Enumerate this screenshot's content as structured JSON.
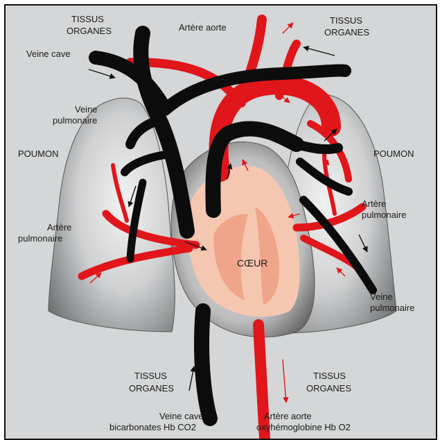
{
  "labels": {
    "tissus_tl": "TISSUS",
    "organes_tl": "ORGANES",
    "artere_aorte_top": "Artère aorte",
    "tissus_tr": "TISSUS",
    "organes_tr": "ORGANES",
    "veine_cave_top": "Veine cave",
    "veine_pulm_left_1": "Veine",
    "veine_pulm_left_2": "pulmonaire",
    "poumon_left": "POUMON",
    "poumon_right": "POUMON",
    "artere_pulm_left_1": "Artère",
    "artere_pulm_left_2": "pulmonaire",
    "artere_pulm_right_1": "Artère",
    "artere_pulm_right_2": "pulmonaire",
    "coeur": "CŒUR",
    "veine_pulm_right_1": "Veine",
    "veine_pulm_right_2": "pulmonaire",
    "tissus_bl": "TISSUS",
    "organes_bl": "ORGANES",
    "tissus_br": "TISSUS",
    "organes_br": "ORGANES",
    "veine_cave_bottom": "Veine cave",
    "bicarbonates": "bicarbonates Hb CO2",
    "artere_aorte_bottom": "Artère aorte",
    "oxyhemoglobine": "oxyhémoglobine Hb O2"
  },
  "colors": {
    "background": "#d4d6d7",
    "venous_vessel": "#0c0c0c",
    "arterial_vessel": "#e0161b",
    "lung_fill": "#bfc1c3",
    "heart_inner": "#f6c7b0",
    "heart_cavity": "#f0a58a"
  }
}
